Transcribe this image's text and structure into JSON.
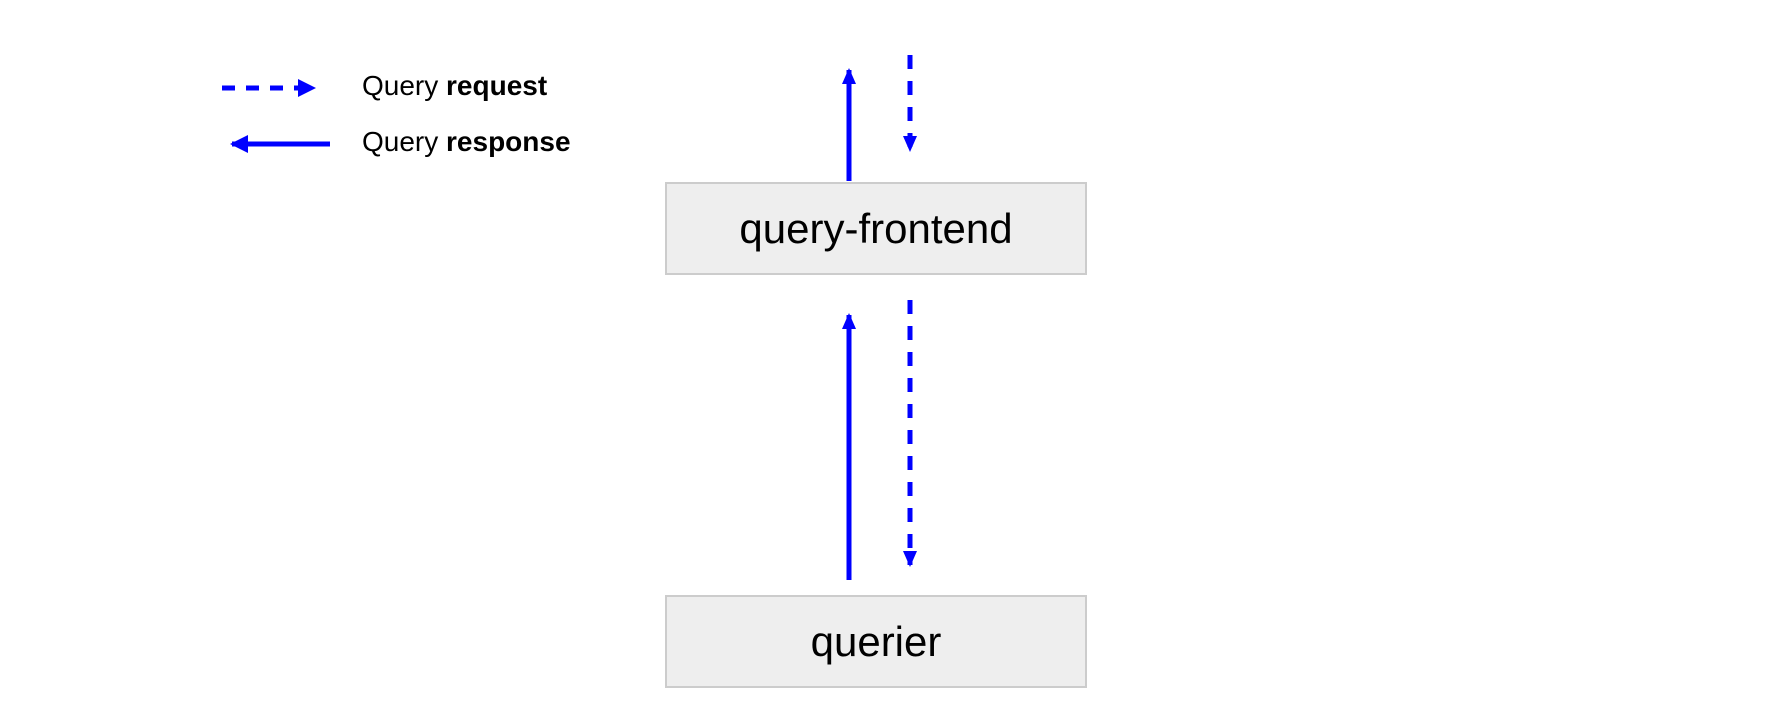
{
  "diagram": {
    "background": "#ffffff",
    "accent_color": "#0000ff",
    "node_fill": "#eeeeee",
    "node_border": "#cccccc",
    "text_color": "#000000",
    "nodes": [
      {
        "id": "query-frontend",
        "label": "query-frontend"
      },
      {
        "id": "querier",
        "label": "querier"
      }
    ],
    "legend": {
      "items": [
        {
          "glyph": "dashed-right-arrow-icon",
          "style": "dashed",
          "direction": "right",
          "prefix": "Query ",
          "emphasis": "request"
        },
        {
          "glyph": "solid-left-arrow-icon",
          "style": "solid",
          "direction": "left",
          "prefix": "Query ",
          "emphasis": "response"
        }
      ]
    },
    "edges": [
      {
        "id": "top-response",
        "style": "solid",
        "direction": "up",
        "from": "query-frontend",
        "to": "external-above",
        "semantic": "Query response"
      },
      {
        "id": "top-request",
        "style": "dashed",
        "direction": "down",
        "from": "external-above",
        "to": "query-frontend",
        "semantic": "Query request"
      },
      {
        "id": "middle-response",
        "style": "solid",
        "direction": "up",
        "from": "querier",
        "to": "query-frontend",
        "semantic": "Query response"
      },
      {
        "id": "middle-request",
        "style": "dashed",
        "direction": "down",
        "from": "query-frontend",
        "to": "querier",
        "semantic": "Query request"
      }
    ]
  }
}
